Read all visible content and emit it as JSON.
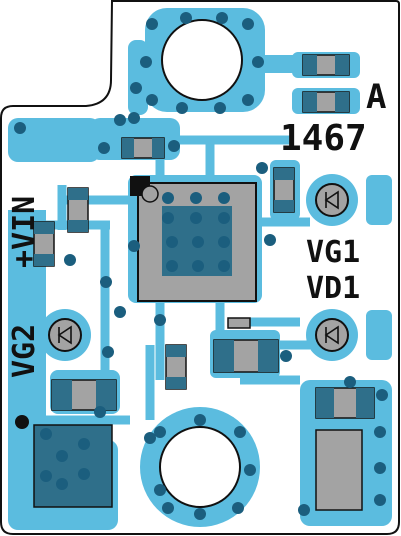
{
  "board": {
    "part_number": "1467",
    "revision": "A",
    "labels": {
      "vg1": "VG1",
      "vd1": "VD1",
      "vin": "+VIN",
      "vg2": "VG2"
    }
  },
  "colors": {
    "background": "#ffffff",
    "board_outline": "#111111",
    "copper": "#5bbcdf",
    "via": "#1b5e7e",
    "component_body": "#a3a3a3",
    "component_dark": "#2f6f8a",
    "silkscreen": "#111111"
  }
}
